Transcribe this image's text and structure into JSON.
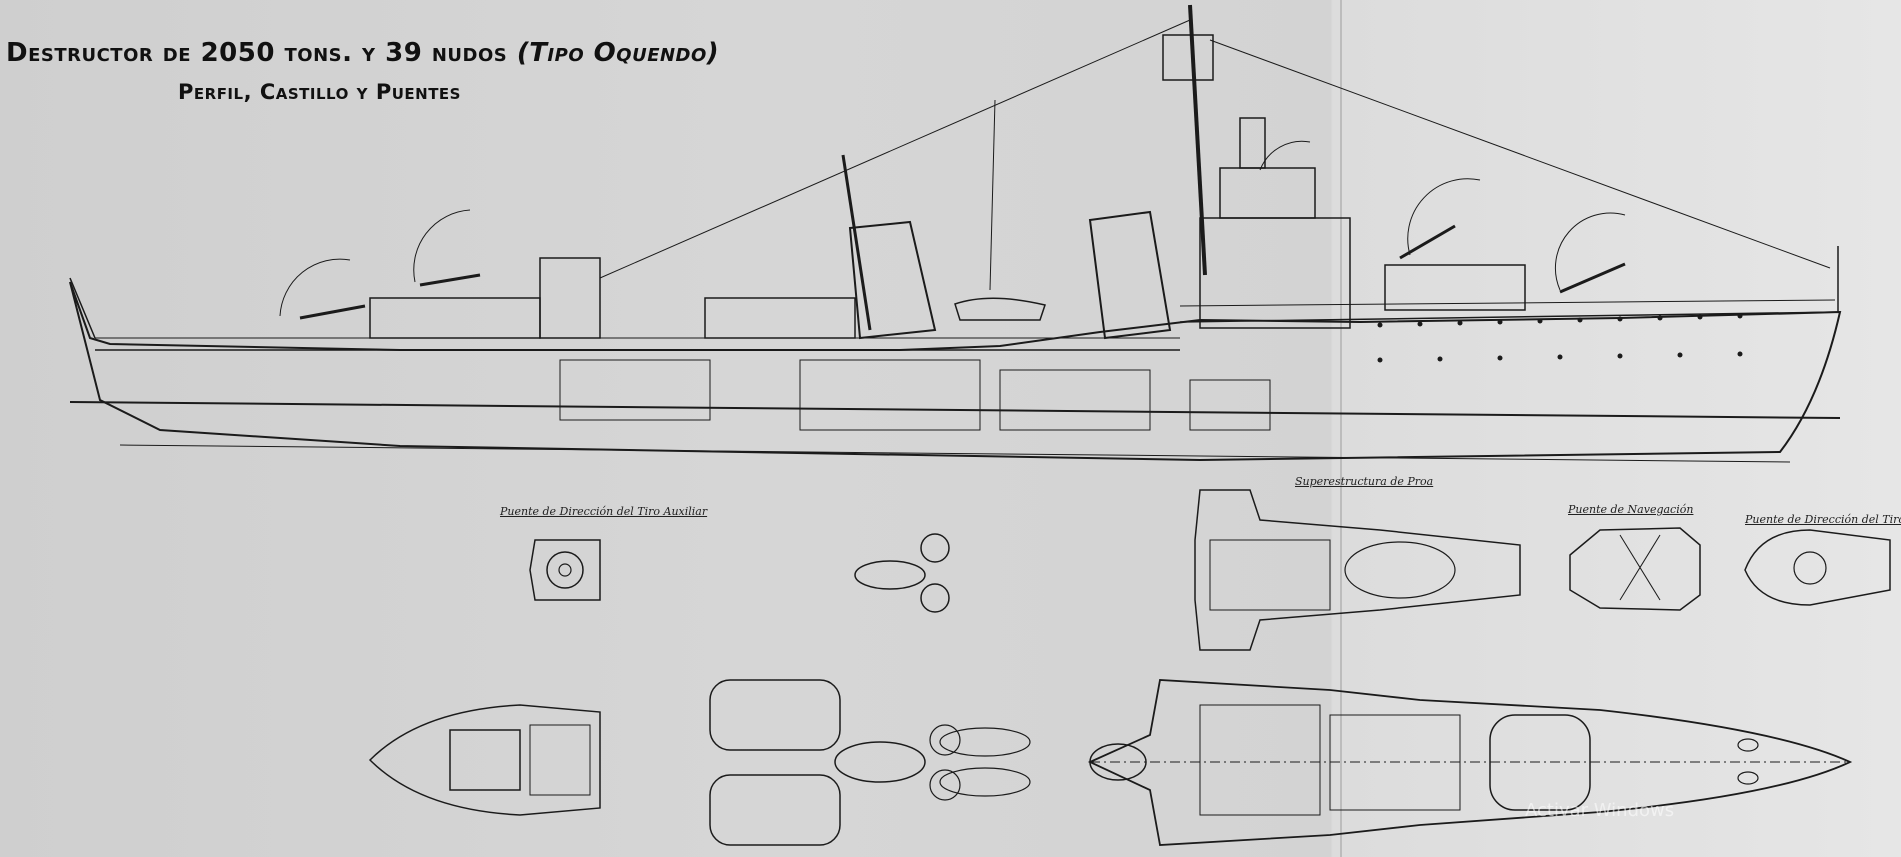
{
  "title": {
    "main_prefix": "Destructor de 2050 tons. y 39 nudos",
    "main_suffix": "(Tipo Oquendo)",
    "sub": "Perfil, Castillo y Puentes"
  },
  "captions": {
    "aux_bridge": "Puente de Dirección del Tiro Auxiliar",
    "forward_superstructure": "Superestructura de Proa",
    "navigation_bridge": "Puente de Navegación",
    "fire_control_bridge": "Puente de Dirección del Tiro"
  },
  "overlay": {
    "watermark": "Activar Windows"
  },
  "colors": {
    "paper_left": "#d3d3d3",
    "paper_right": "#e6e6e6",
    "ink": "#1b1b1b"
  }
}
